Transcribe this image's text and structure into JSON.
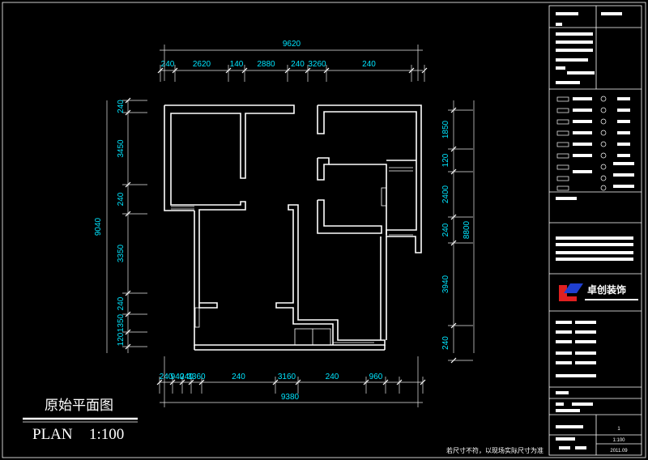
{
  "drawing": {
    "title_cn": "原始平面图",
    "title_en": "PLAN",
    "scale": "1:100",
    "note": "若尺寸不符，以现场实际尺寸为准"
  },
  "top_dims": {
    "overall": "9620",
    "segments": [
      "240",
      "2620",
      "140",
      "2880",
      "240",
      "3260",
      "240"
    ]
  },
  "bottom_dims": {
    "overall": "9380",
    "segments": [
      "240",
      "940",
      "240",
      "3360",
      "240",
      "3160",
      "240",
      "960"
    ]
  },
  "left_dims": {
    "overall": "9040",
    "segments": [
      "240",
      "3450",
      "240",
      "3350",
      "240",
      "1350",
      "120"
    ]
  },
  "right_dims": {
    "overall": "8800",
    "segments": [
      "1850",
      "120",
      "2400",
      "240",
      "3940",
      "240"
    ]
  },
  "title_block": {
    "company": "卓创装饰",
    "sheet_no": "1",
    "scale": "1:100",
    "date": "2011.09",
    "colors": {
      "logo_blue": "#1f3fd0",
      "logo_red": "#e02020"
    }
  }
}
